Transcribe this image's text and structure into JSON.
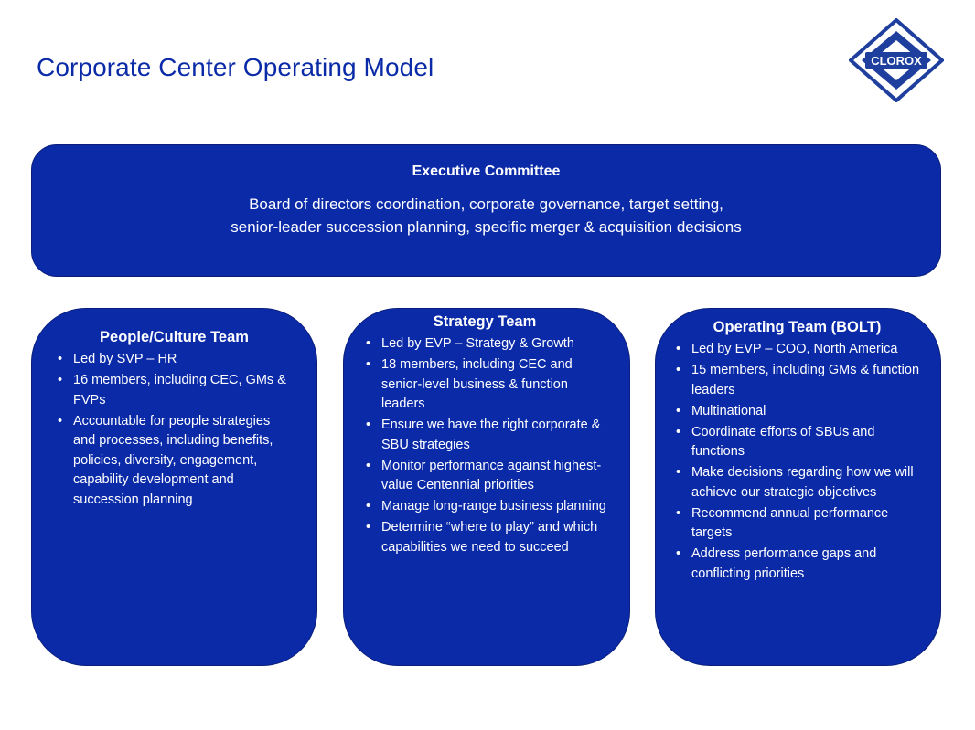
{
  "page": {
    "title": "Corporate Center Operating Model",
    "logo_text": "CLOROX"
  },
  "colors": {
    "primary_blue": "#0a2aa8",
    "text_on_blue": "#ffffff"
  },
  "executive_committee": {
    "heading": "Executive Committee",
    "line1": "Board of directors coordination, corporate governance, target setting,",
    "line2": "senior-leader succession planning, specific merger & acquisition decisions"
  },
  "teams": [
    {
      "heading": "People/Culture Team",
      "items": [
        "Led by SVP – HR",
        "16 members, including CEC, GMs & FVPs",
        "Accountable for people strategies and processes, including benefits, policies, diversity, engagement, capability development and succession planning"
      ]
    },
    {
      "heading": "Strategy Team",
      "items": [
        "Led by EVP – Strategy & Growth",
        "18 members, including CEC and senior-level business & function leaders",
        "Ensure we have the right corporate & SBU strategies",
        "Monitor performance against highest-value Centennial priorities",
        "Manage long-range business planning",
        "Determine “where to play” and  which capabilities we need to succeed"
      ]
    },
    {
      "heading": "Operating Team (BOLT)",
      "items": [
        "Led by EVP – COO, North America",
        "15 members, including GMs & function leaders",
        "Multinational",
        "Coordinate efforts of SBUs and functions",
        "Make decisions regarding how we will achieve our strategic objectives",
        "Recommend annual performance targets",
        "Address performance gaps and conflicting priorities"
      ]
    }
  ]
}
